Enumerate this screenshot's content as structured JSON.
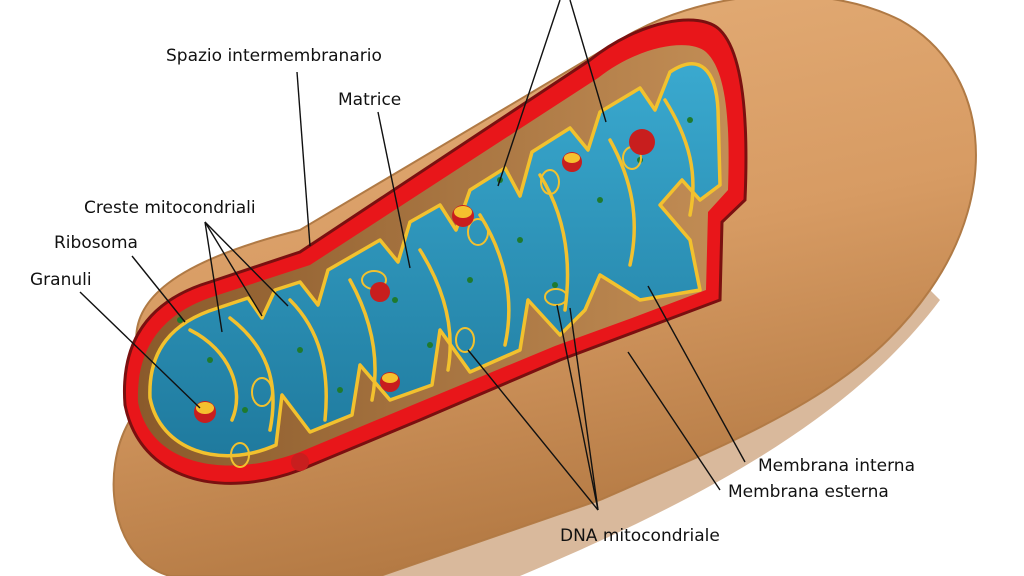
{
  "colors": {
    "background": "#ffffff",
    "outer_body": "#D9A06A",
    "outer_shadow": "#A9713F",
    "outer_membrane": "#E8161A",
    "cut_edge": "#7A1010",
    "inner_membrane": "#F2C12E",
    "matrix": "#2C9BC0",
    "matrix_dark": "#1D6E8E",
    "crista_interior": "#B47A3E",
    "ribosome": "#1E7A2E",
    "granule_red": "#C81E1E",
    "granule_yellow": "#F5C12E",
    "label_text": "#111111"
  },
  "labels": {
    "intermembrane_space": "Spazio intermembranario",
    "matrix": "Matrice",
    "cristae": "Creste mitocondriali",
    "ribosome": "Ribosoma",
    "granules": "Granuli",
    "inner_membrane": "Membrana interna",
    "outer_membrane": "Membrana esterna",
    "mitochondrial_dna": "DNA mitocondriale"
  }
}
